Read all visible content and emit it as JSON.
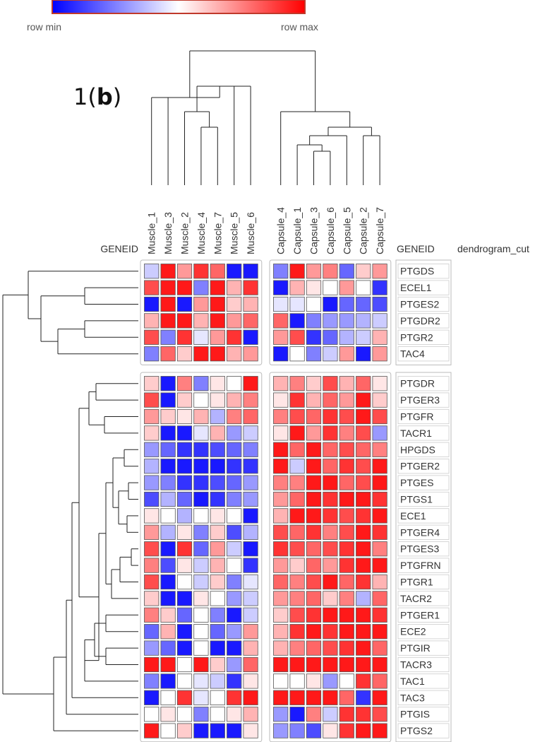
{
  "chart_data": {
    "type": "heatmap",
    "panel_label": {
      "number": "1",
      "letter": "b"
    },
    "colorbar": {
      "min_label": "row min",
      "max_label": "row max",
      "colors": [
        "#0000ff",
        "#ffffff",
        "#ff0000"
      ]
    },
    "header_geneid": "GENEID",
    "header_cut": "dendrogram_cut",
    "column_groups": [
      {
        "columns": [
          "Muscle_1",
          "Muscle_3",
          "Muscle_2",
          "Muscle_4",
          "Muscle_7",
          "Muscle_5",
          "Muscle_6"
        ]
      },
      {
        "columns": [
          "Capsule_4",
          "Capsule_1",
          "Capsule_3",
          "Capsule_6",
          "Capsule_5",
          "Capsule_2",
          "Capsule_7"
        ]
      }
    ],
    "row_groups": [
      {
        "rows": [
          "PTGDS",
          "ECEL1",
          "PTGES2",
          "PTGDR2",
          "PTGR2",
          "TAC4"
        ],
        "values": [
          [
            -0.2,
            0.9,
            0.4,
            0.8,
            0.6,
            -0.9,
            -0.9,
            -0.5,
            0.9,
            0.4,
            0.5,
            -0.6,
            0.2,
            0.4
          ],
          [
            0.7,
            0.9,
            0.9,
            -0.5,
            0.9,
            0.3,
            0.8,
            -0.9,
            0.3,
            0.1,
            0.0,
            0.4,
            0.0,
            -0.8
          ],
          [
            -0.9,
            0.9,
            -0.9,
            0.4,
            0.9,
            0.2,
            0.3,
            -0.1,
            -0.1,
            0.0,
            -0.9,
            -0.6,
            -0.6,
            -0.7
          ],
          [
            0.3,
            0.9,
            0.9,
            0.3,
            0.9,
            0.4,
            0.6,
            0.6,
            -0.9,
            -0.5,
            -0.4,
            -0.4,
            -0.3,
            -0.2
          ],
          [
            0.7,
            -0.5,
            0.8,
            -0.1,
            0.4,
            0.8,
            -0.9,
            0.4,
            0.7,
            -0.8,
            -0.6,
            -0.3,
            -0.2,
            0.3
          ],
          [
            -0.5,
            0.6,
            0.2,
            0.9,
            0.9,
            0.3,
            0.4,
            -0.9,
            0.0,
            -0.5,
            -0.2,
            0.4,
            -0.9,
            0.4
          ]
        ]
      },
      {
        "rows": [
          "PTGDR",
          "PTGER3",
          "PTGFR",
          "TACR1",
          "HPGDS",
          "PTGER2",
          "PTGES",
          "PTGS1",
          "ECE1",
          "PTGER4",
          "PTGES3",
          "PTGFRN",
          "PTGR1",
          "TACR2",
          "PTGER1",
          "ECE2",
          "PTGIR",
          "TACR3",
          "TAC1",
          "TAC3",
          "PTGIS",
          "PTGS2"
        ],
        "values": [
          [
            0.2,
            -0.9,
            0.5,
            -0.5,
            0.1,
            0.0,
            0.9,
            0.3,
            0.5,
            0.2,
            0.7,
            0.3,
            0.6,
            0.1
          ],
          [
            0.7,
            -0.9,
            0.2,
            0.0,
            0.1,
            0.3,
            0.5,
            0.1,
            0.8,
            0.3,
            0.6,
            0.4,
            0.9,
            0.2
          ],
          [
            0.4,
            0.2,
            0.1,
            0.3,
            -0.3,
            0.5,
            0.6,
            0.5,
            0.7,
            0.6,
            0.8,
            0.7,
            0.9,
            0.7
          ],
          [
            0.2,
            -0.9,
            -0.9,
            -0.1,
            0.3,
            -0.4,
            -0.2,
            0.1,
            0.9,
            0.4,
            0.8,
            0.5,
            0.7,
            -0.4
          ],
          [
            -0.4,
            -0.6,
            -0.8,
            -0.8,
            -0.7,
            -0.6,
            -0.5,
            0.9,
            0.6,
            0.9,
            0.6,
            0.7,
            0.6,
            0.5
          ],
          [
            -0.3,
            -0.9,
            -0.9,
            -0.9,
            -0.9,
            -0.8,
            -0.8,
            0.9,
            -0.2,
            0.9,
            0.6,
            0.8,
            0.7,
            0.9
          ],
          [
            -0.4,
            -0.5,
            -0.8,
            -0.8,
            -0.7,
            -0.6,
            -0.4,
            0.5,
            0.5,
            0.9,
            0.9,
            0.6,
            0.7,
            0.9
          ],
          [
            -0.7,
            -0.3,
            -0.6,
            -0.9,
            -0.8,
            -0.5,
            -0.4,
            0.4,
            0.6,
            0.9,
            0.8,
            0.9,
            0.9,
            0.8
          ],
          [
            0.1,
            0.0,
            -0.3,
            0.0,
            0.1,
            0.0,
            -0.9,
            0.3,
            0.9,
            0.9,
            0.8,
            0.7,
            0.8,
            0.9
          ],
          [
            0.4,
            -0.3,
            0.1,
            -0.5,
            0.2,
            -0.7,
            -0.3,
            0.7,
            0.6,
            0.8,
            0.5,
            0.7,
            0.9,
            0.8
          ],
          [
            0.7,
            -0.9,
            0.8,
            -0.6,
            0.4,
            -0.2,
            -0.9,
            0.8,
            0.7,
            0.6,
            0.7,
            0.8,
            0.9,
            0.5
          ],
          [
            0.5,
            -0.7,
            0.1,
            -0.2,
            0.3,
            0.0,
            -0.8,
            0.4,
            0.2,
            0.6,
            0.4,
            0.8,
            0.9,
            0.9
          ],
          [
            0.7,
            -0.9,
            0.0,
            -0.2,
            0.2,
            -0.5,
            -0.1,
            0.6,
            0.5,
            0.7,
            0.9,
            0.6,
            0.8,
            0.3
          ],
          [
            0.2,
            -0.9,
            -0.9,
            0.1,
            0.0,
            -0.4,
            -0.2,
            0.4,
            0.5,
            0.6,
            0.2,
            0.5,
            -0.3,
            0.6
          ],
          [
            0.5,
            0.2,
            -0.6,
            0.0,
            -0.5,
            -0.9,
            -0.2,
            0.2,
            0.7,
            0.8,
            0.9,
            0.9,
            0.9,
            0.8
          ],
          [
            -0.6,
            0.3,
            -0.9,
            0.0,
            -0.6,
            -0.4,
            0.4,
            0.3,
            0.8,
            0.9,
            0.8,
            0.9,
            0.9,
            0.9
          ],
          [
            -0.4,
            -0.6,
            -0.9,
            0.0,
            -0.9,
            -0.9,
            0.3,
            0.3,
            0.5,
            0.6,
            0.7,
            0.8,
            0.9,
            0.6
          ],
          [
            0.9,
            0.9,
            0.0,
            0.9,
            0.2,
            -0.4,
            0.6,
            0.9,
            0.9,
            0.9,
            0.9,
            0.9,
            0.9,
            0.9
          ],
          [
            -0.5,
            -0.9,
            0.0,
            -0.1,
            -0.2,
            -0.8,
            0.1,
            0.0,
            0.0,
            0.1,
            -0.4,
            0.0,
            0.8,
            0.6
          ],
          [
            -0.9,
            0.0,
            0.8,
            -0.1,
            0.0,
            0.8,
            0.9,
            0.9,
            0.9,
            0.9,
            0.9,
            0.6,
            -0.8,
            0.9
          ],
          [
            0.0,
            0.1,
            0.0,
            -0.5,
            0.0,
            0.1,
            0.3,
            -0.4,
            -0.9,
            0.5,
            -0.2,
            0.8,
            0.8,
            0.7
          ],
          [
            0.9,
            0.0,
            0.2,
            -0.9,
            -0.9,
            -0.9,
            0.1,
            -0.4,
            -0.5,
            -0.7,
            0.1,
            0.8,
            0.9,
            0.9
          ]
        ]
      }
    ]
  }
}
